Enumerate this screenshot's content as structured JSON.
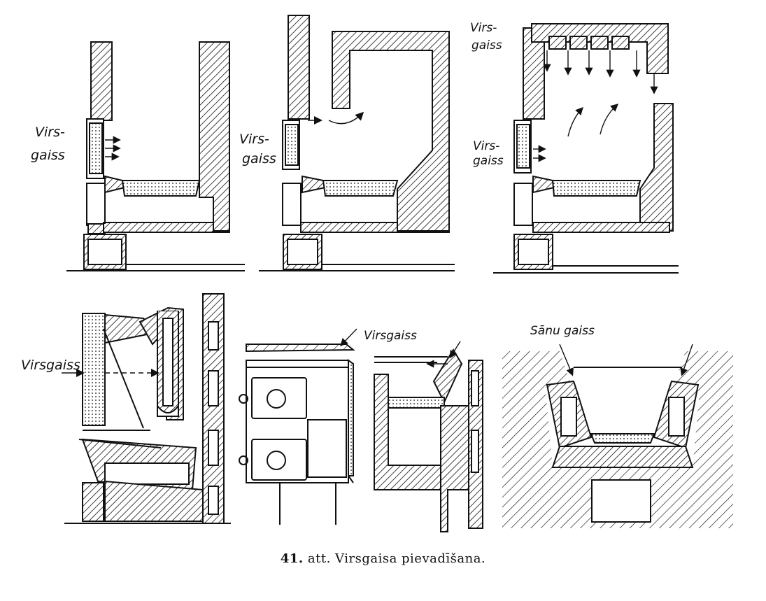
{
  "figures": [
    {
      "id": "fig1",
      "labels": [
        "Virs-",
        "gaiss"
      ]
    },
    {
      "id": "fig2",
      "labels": [
        "Virs-",
        "gaiss"
      ]
    },
    {
      "id": "fig3",
      "labels_top": [
        "Virs-",
        "gaiss"
      ],
      "labels_mid": [
        "Virs-",
        "gaiss"
      ]
    },
    {
      "id": "fig4",
      "labels": [
        "Virsgaiss"
      ]
    },
    {
      "id": "fig6",
      "labels": [
        "Virsgaiss"
      ]
    },
    {
      "id": "fig7",
      "labels": [
        "Sānu gaiss"
      ]
    }
  ],
  "caption": {
    "number": "41.",
    "abbrev": "att.",
    "text": "Virsgaisa pievadīšana."
  },
  "colors": {
    "ink": "#111111",
    "paper": "#ffffff"
  }
}
